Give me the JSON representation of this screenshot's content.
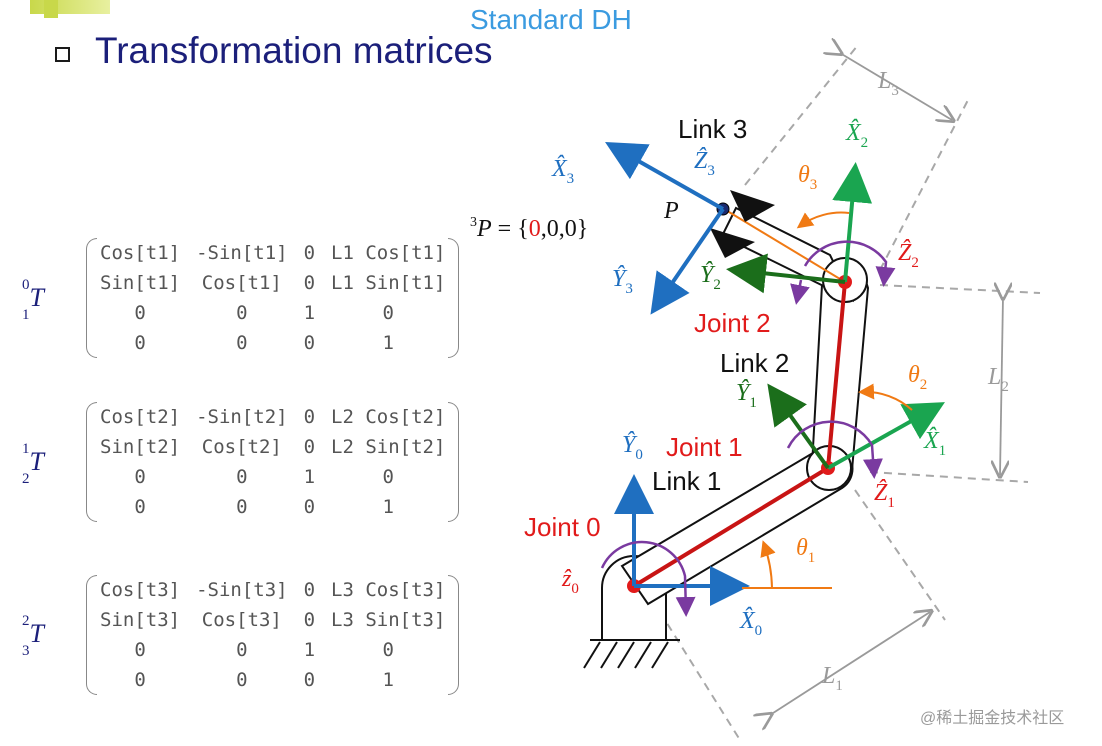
{
  "header": {
    "subtitle": "Standard DH",
    "title": "Transformation matrices"
  },
  "matrices": [
    {
      "label_super": "0",
      "label_sub": "1",
      "label_base": "T",
      "rows": [
        [
          "Cos[t1]",
          "-Sin[t1]",
          "0",
          "L1 Cos[t1]"
        ],
        [
          "Sin[t1]",
          "Cos[t1]",
          "0",
          "L1 Sin[t1]"
        ],
        [
          "0",
          "0",
          "1",
          "0"
        ],
        [
          "0",
          "0",
          "0",
          "1"
        ]
      ]
    },
    {
      "label_super": "1",
      "label_sub": "2",
      "label_base": "T",
      "rows": [
        [
          "Cos[t2]",
          "-Sin[t2]",
          "0",
          "L2 Cos[t2]"
        ],
        [
          "Sin[t2]",
          "Cos[t2]",
          "0",
          "L2 Sin[t2]"
        ],
        [
          "0",
          "0",
          "1",
          "0"
        ],
        [
          "0",
          "0",
          "0",
          "1"
        ]
      ]
    },
    {
      "label_super": "2",
      "label_sub": "3",
      "label_base": "T",
      "rows": [
        [
          "Cos[t3]",
          "-Sin[t3]",
          "0",
          "L3 Cos[t3]"
        ],
        [
          "Sin[t3]",
          "Cos[t3]",
          "0",
          "L3 Sin[t3]"
        ],
        [
          "0",
          "0",
          "1",
          "0"
        ],
        [
          "0",
          "0",
          "0",
          "1"
        ]
      ]
    }
  ],
  "diagram": {
    "point_equation": {
      "super": "3",
      "base": "P",
      "eq": " = {",
      "red_zero": "0",
      "rest": ",0,0}"
    },
    "point_label": "P",
    "links": [
      "Link 1",
      "Link 2",
      "Link 3"
    ],
    "joints": [
      "Joint 0",
      "Joint 1",
      "Joint 2"
    ],
    "lengths": [
      {
        "base": "L",
        "sub": "1"
      },
      {
        "base": "L",
        "sub": "2"
      },
      {
        "base": "L",
        "sub": "3"
      }
    ],
    "angles": [
      {
        "base": "θ",
        "sub": "1"
      },
      {
        "base": "θ",
        "sub": "2"
      },
      {
        "base": "θ",
        "sub": "3"
      }
    ],
    "axes": {
      "x0": {
        "base": "X̂",
        "sub": "0"
      },
      "y0": {
        "base": "Ŷ",
        "sub": "0"
      },
      "z0": {
        "base": "ẑ",
        "sub": "0"
      },
      "x1": {
        "base": "X̂",
        "sub": "1"
      },
      "y1": {
        "base": "Ŷ",
        "sub": "1"
      },
      "z1": {
        "base": "Ẑ",
        "sub": "1"
      },
      "x2": {
        "base": "X̂",
        "sub": "2"
      },
      "y2": {
        "base": "Ŷ",
        "sub": "2"
      },
      "z2": {
        "base": "Ẑ",
        "sub": "2"
      },
      "x3": {
        "base": "X̂",
        "sub": "3"
      },
      "y3": {
        "base": "Ŷ",
        "sub": "3"
      },
      "z3": {
        "base": "Ẑ",
        "sub": "3"
      }
    },
    "colors": {
      "frame0": "#1f6fc0",
      "frame1": "#1aa550",
      "frame2": "#1aa550",
      "frame3": "#1f6fc0",
      "y2": "#1b6e1b",
      "y1": "#1b6e1b",
      "joint": "#e11b1b",
      "link_center": "#c81414",
      "angle": "#f07a14",
      "z_rot": "#7a3aa0",
      "dims": "#9a9a9a"
    }
  },
  "watermark": "@稀土掘金技术社区"
}
